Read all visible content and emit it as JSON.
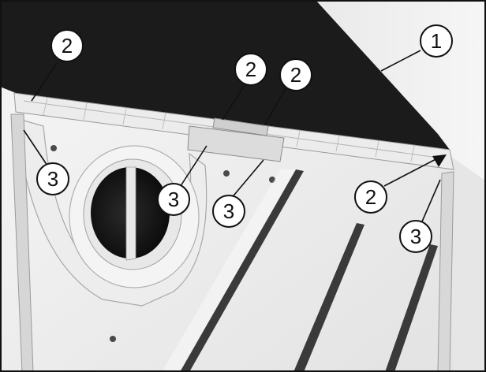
{
  "figure": {
    "callouts": [
      {
        "id": "c1",
        "label": "1"
      },
      {
        "id": "c2a",
        "label": "2"
      },
      {
        "id": "c2b",
        "label": "2"
      },
      {
        "id": "c2c",
        "label": "2"
      },
      {
        "id": "c2d",
        "label": "2"
      },
      {
        "id": "c3a",
        "label": "3"
      },
      {
        "id": "c3b",
        "label": "3"
      },
      {
        "id": "c3c",
        "label": "3"
      },
      {
        "id": "c3d",
        "label": "3"
      }
    ]
  },
  "colors": {
    "filter_panel": "#1b1b1b",
    "housing": "#f2f2f2",
    "shadow": "#c9c9c9",
    "rail": "#3a3a3a",
    "frame": "#111111"
  }
}
